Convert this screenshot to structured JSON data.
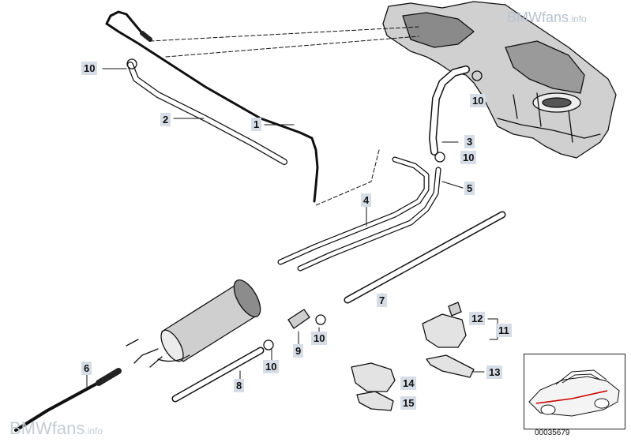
{
  "watermark": {
    "brand": "BMWfans",
    "suffix": ".info"
  },
  "doc_number": "00035679",
  "callouts": [
    "10",
    "2",
    "1",
    "10",
    "3",
    "10",
    "5",
    "4",
    "7",
    "12",
    "11",
    "10",
    "9",
    "10",
    "6",
    "8",
    "13",
    "14",
    "15"
  ]
}
